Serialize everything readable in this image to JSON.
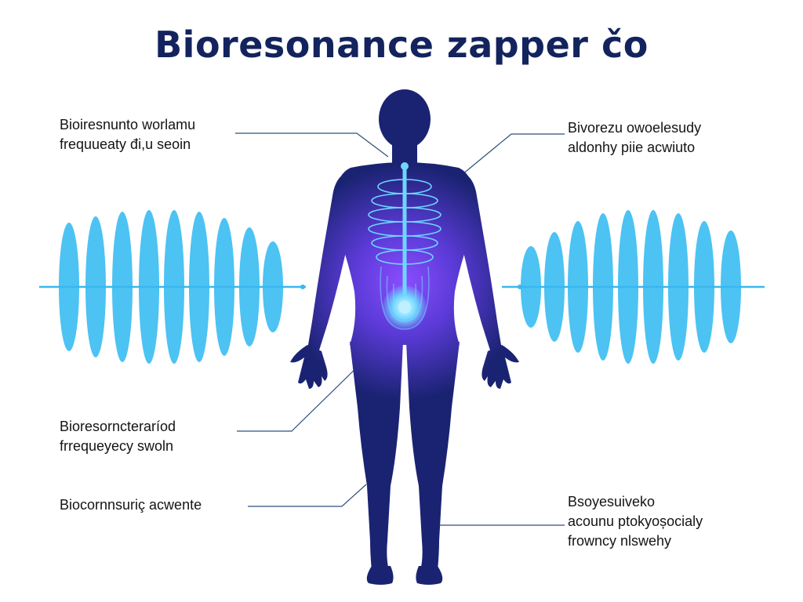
{
  "title": "Bioresonance zapper čo",
  "labels": {
    "top_left": [
      "Bioiresnunto worlamu",
      "frequueaty đi,u seoin"
    ],
    "top_right": [
      "Bivorezu owoelesudy",
      "aldonhy piie acwiuto"
    ],
    "mid_left": [
      "Bioresorncteraríod",
      "frrequeyecy swoln"
    ],
    "bottom_left": [
      "Biocornnsuriç acwente"
    ],
    "bottom_right": [
      "Bsoyesuiveko",
      "acounu ptokyoșocialy",
      "frowncy nlswehy"
    ]
  },
  "colors": {
    "title": "#13235e",
    "body_dark": "#1a2372",
    "body_mid": "#2b2f9a",
    "glow": "#8a4dff",
    "wave": "#4cc3f2",
    "wave_axis": "#39b7ee",
    "spine": "#6fd6ff",
    "leader_line": "#2f4f7a",
    "label_text": "#141414"
  },
  "icons": {
    "figure": "human-silhouette-icon",
    "wave_left": "frequency-wave-icon",
    "wave_right": "frequency-wave-icon",
    "spine": "spine-ribcage-icon"
  }
}
